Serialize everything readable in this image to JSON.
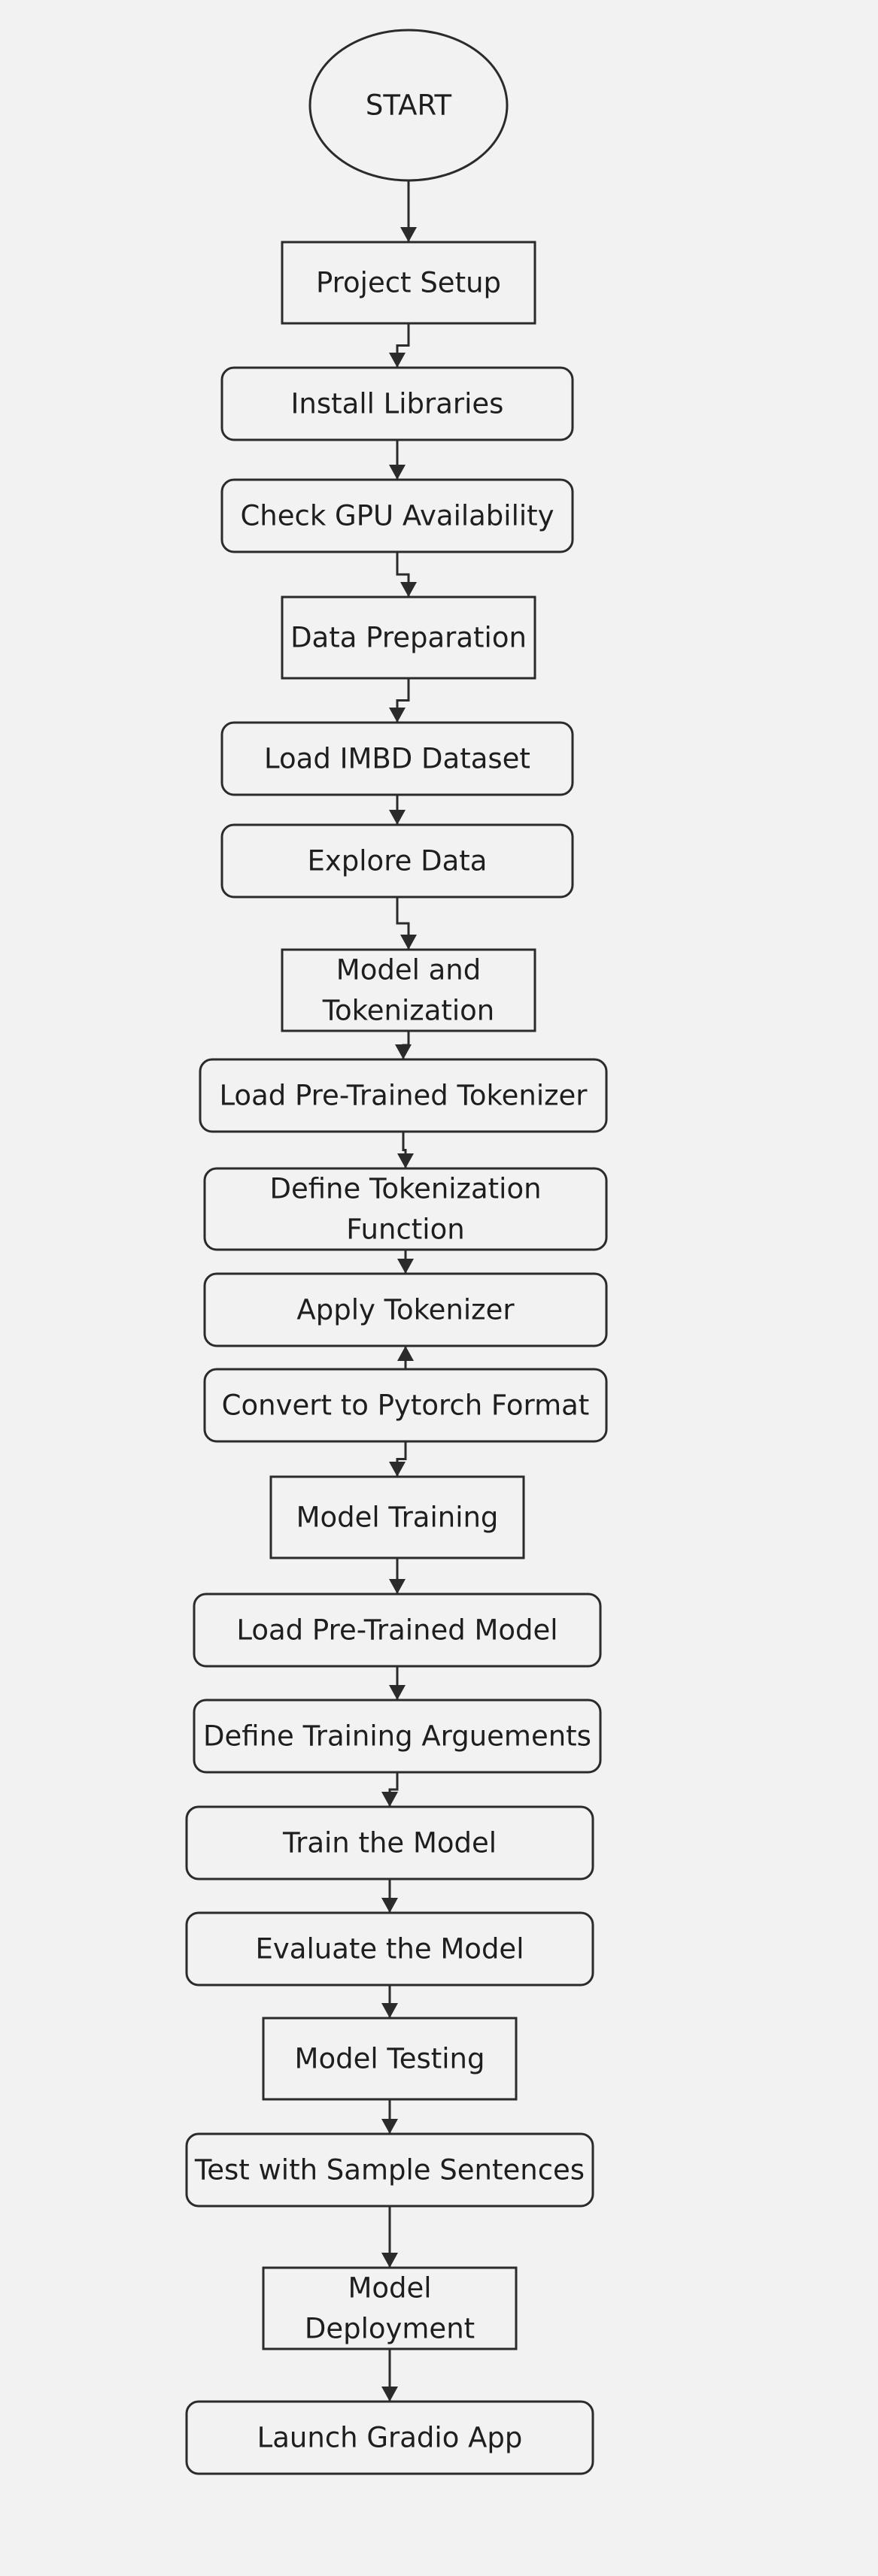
{
  "nodes": [
    {
      "id": "start",
      "shape": "ellipse",
      "lines": [
        "START"
      ]
    },
    {
      "id": "project-setup",
      "shape": "rect",
      "lines": [
        "Project Setup"
      ]
    },
    {
      "id": "install-libraries",
      "shape": "rounded",
      "lines": [
        "Install Libraries"
      ]
    },
    {
      "id": "check-gpu",
      "shape": "rounded",
      "lines": [
        "Check GPU Availability"
      ]
    },
    {
      "id": "data-preparation",
      "shape": "rect",
      "lines": [
        "Data Preparation"
      ]
    },
    {
      "id": "load-imbd",
      "shape": "rounded",
      "lines": [
        "Load IMBD Dataset"
      ]
    },
    {
      "id": "explore-data",
      "shape": "rounded",
      "lines": [
        "Explore Data"
      ]
    },
    {
      "id": "model-tokenization",
      "shape": "rect",
      "lines": [
        "Model and",
        "Tokenization"
      ]
    },
    {
      "id": "load-tokenizer",
      "shape": "rounded",
      "lines": [
        "Load Pre-Trained Tokenizer"
      ]
    },
    {
      "id": "define-tokenization",
      "shape": "rounded",
      "lines": [
        "Define Tokenization",
        "Function"
      ]
    },
    {
      "id": "apply-tokenizer",
      "shape": "rounded",
      "lines": [
        "Apply Tokenizer"
      ]
    },
    {
      "id": "convert-pytorch",
      "shape": "rounded",
      "lines": [
        "Convert to Pytorch Format"
      ]
    },
    {
      "id": "model-training",
      "shape": "rect",
      "lines": [
        "Model Training"
      ]
    },
    {
      "id": "load-model",
      "shape": "rounded",
      "lines": [
        "Load Pre-Trained Model"
      ]
    },
    {
      "id": "define-training-args",
      "shape": "rounded",
      "lines": [
        "Define Training Arguements"
      ]
    },
    {
      "id": "train-model",
      "shape": "rounded",
      "lines": [
        "Train the Model"
      ]
    },
    {
      "id": "evaluate-model",
      "shape": "rounded",
      "lines": [
        "Evaluate the Model"
      ]
    },
    {
      "id": "model-testing",
      "shape": "rect",
      "lines": [
        "Model Testing"
      ]
    },
    {
      "id": "test-sample",
      "shape": "rounded",
      "lines": [
        "Test with Sample Sentences"
      ]
    },
    {
      "id": "model-deployment",
      "shape": "rect",
      "lines": [
        "Model",
        "Deployment"
      ]
    },
    {
      "id": "launch-gradio",
      "shape": "rounded",
      "lines": [
        "Launch Gradio App"
      ]
    }
  ],
  "edges": [
    [
      "start",
      "project-setup"
    ],
    [
      "project-setup",
      "install-libraries"
    ],
    [
      "install-libraries",
      "check-gpu"
    ],
    [
      "check-gpu",
      "data-preparation"
    ],
    [
      "data-preparation",
      "load-imbd"
    ],
    [
      "load-imbd",
      "explore-data"
    ],
    [
      "explore-data",
      "model-tokenization"
    ],
    [
      "model-tokenization",
      "load-tokenizer"
    ],
    [
      "load-tokenizer",
      "define-tokenization"
    ],
    [
      "define-tokenization",
      "apply-tokenizer"
    ],
    [
      "convert-pytorch",
      "apply-tokenizer"
    ],
    [
      "convert-pytorch",
      "model-training"
    ],
    [
      "model-training",
      "load-model"
    ],
    [
      "load-model",
      "define-training-args"
    ],
    [
      "define-training-args",
      "train-model"
    ],
    [
      "train-model",
      "evaluate-model"
    ],
    [
      "evaluate-model",
      "model-testing"
    ],
    [
      "model-testing",
      "test-sample"
    ],
    [
      "test-sample",
      "model-deployment"
    ],
    [
      "model-deployment",
      "launch-gradio"
    ]
  ],
  "colors": {
    "background": "#f2f2f2",
    "stroke": "#2b2b2b",
    "text": "#1e1e1e"
  }
}
